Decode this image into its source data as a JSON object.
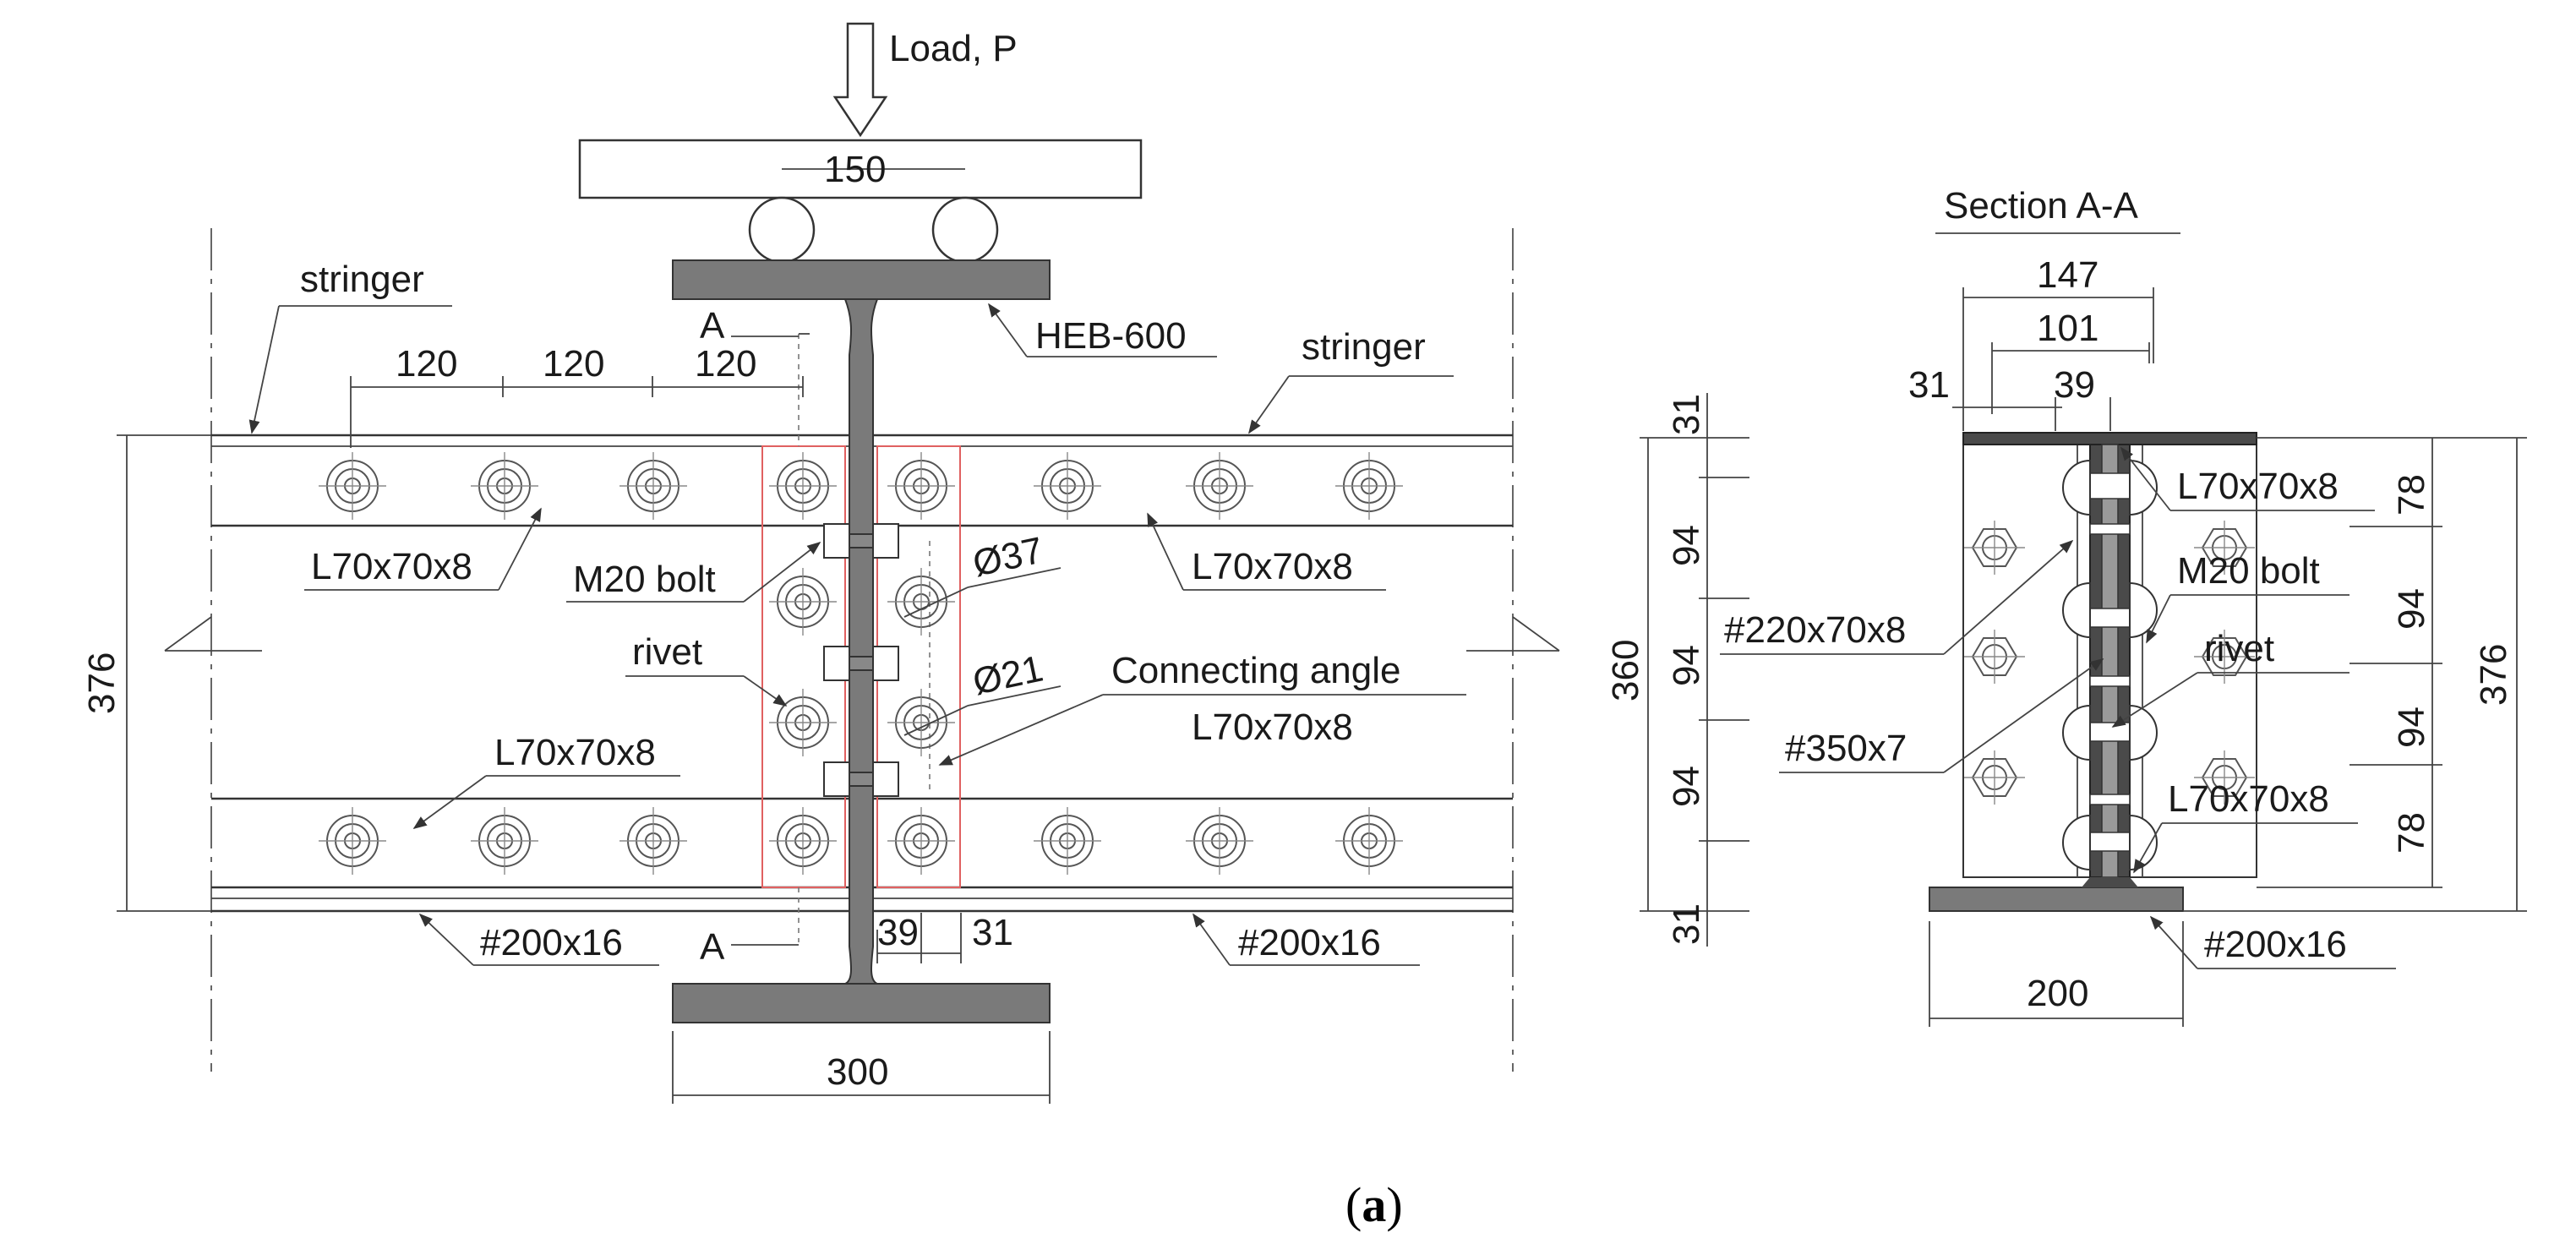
{
  "colors": {
    "line": "#333333",
    "steel": "#7a7a7a",
    "highlight": "#e06060"
  },
  "elevation": {
    "load_label": "Load, P",
    "spreader_width": "150",
    "section_marker_top": "A",
    "section_marker_bottom": "A",
    "beam_label": "HEB-600",
    "stringer_left": "stringer",
    "stringer_right": "stringer",
    "spacing": [
      "120",
      "120",
      "120"
    ],
    "angle_top_left": "L70x70x8",
    "angle_top_right": "L70x70x8",
    "angle_bottom_left": "L70x70x8",
    "bolt_label": "M20 bolt",
    "rivet_label": "rivet",
    "hole_large": "Ø37",
    "hole_small": "Ø21",
    "connecting_angle_line1": "Connecting angle",
    "connecting_angle_line2": "L70x70x8",
    "plate_left": "#200x16",
    "plate_right": "#200x16",
    "height": "376",
    "dim_39": "39",
    "dim_31": "31",
    "flange_width": "300"
  },
  "section": {
    "title": "Section A-A",
    "dim_147": "147",
    "dim_101": "101",
    "dim_31_top": "31",
    "dim_39_top": "39",
    "left_dims": [
      "31",
      "94",
      "94",
      "94",
      "31"
    ],
    "left_total": "360",
    "right_dims": [
      "78",
      "94",
      "94",
      "78"
    ],
    "right_total": "376",
    "angle_top": "L70x70x8",
    "bolt_label": "M20 bolt",
    "rivet_label": "rivet",
    "angle_bottom": "L70x70x8",
    "plate_220": "#220x70x8",
    "web_plate": "#350x7",
    "bottom_plate": "#200x16",
    "bottom_width": "200"
  },
  "caption": {
    "open": "(",
    "letter": "a",
    "close": ")"
  }
}
